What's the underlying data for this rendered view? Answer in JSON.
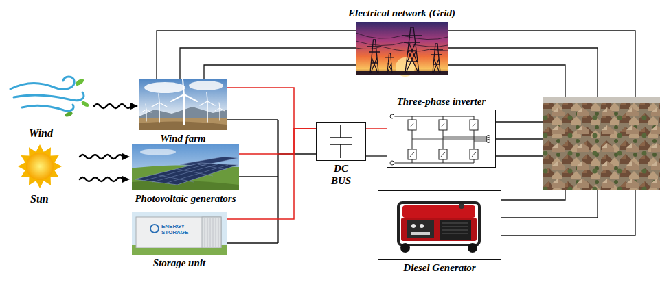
{
  "diagram": {
    "nodes": [
      {
        "text": [
          "Electrical network (Grid)"
        ]
      },
      {
        "text": [
          "Wind farm"
        ]
      },
      {
        "text": [
          "Photovoltaic generators"
        ]
      },
      {
        "text": [
          "Storage unit"
        ]
      },
      {
        "text": [
          "DC BUS"
        ]
      },
      {
        "text": [
          "Three-phase inverter"
        ]
      },
      {
        "text": [
          "Diesel Generator"
        ]
      }
    ],
    "edges": [
      {
        "from": 1,
        "to": 4,
        "arrow": "none"
      },
      {
        "from": 2,
        "to": 4,
        "arrow": "none"
      },
      {
        "from": 3,
        "to": 4,
        "arrow": "none"
      },
      {
        "from": 4,
        "to": 5,
        "arrow": "none"
      },
      {
        "from": 0,
        "to": 1,
        "arrow": "none"
      },
      {
        "from": 0,
        "to": 1,
        "arrow": "none"
      },
      {
        "from": 0,
        "to": 1,
        "arrow": "none"
      }
    ],
    "labels": [
      "Wind",
      "Sun",
      "ENERGY STORAGE"
    ]
  }
}
